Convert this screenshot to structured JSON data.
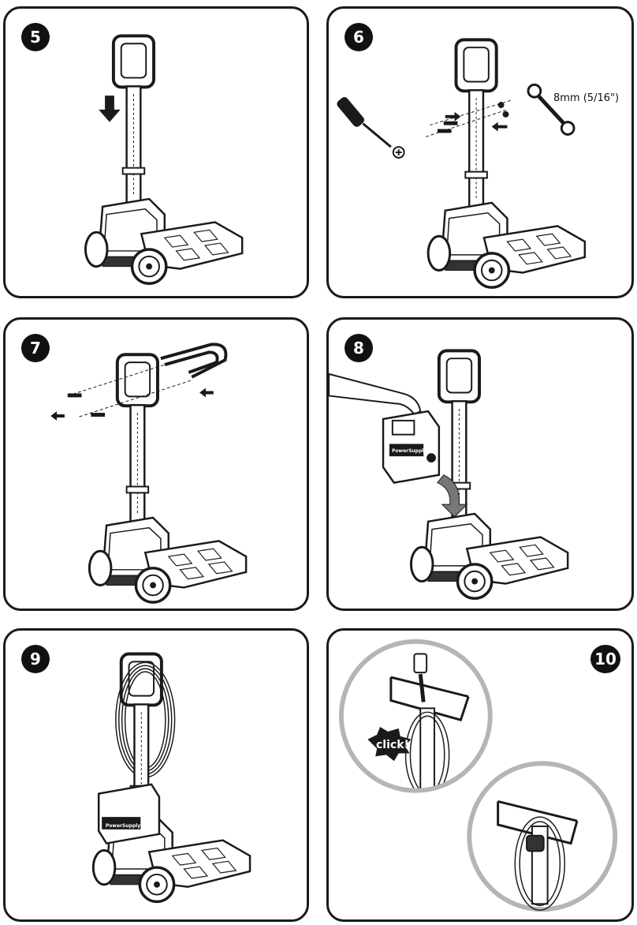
{
  "panels": [
    {
      "step": "5"
    },
    {
      "step": "6",
      "wrench_label": "8mm (5/16\")"
    },
    {
      "step": "7"
    },
    {
      "step": "8",
      "box_label": "PowerSupply"
    },
    {
      "step": "9",
      "box_label": "PowerSupply"
    },
    {
      "step": "10",
      "click_label": "click!"
    }
  ],
  "colors": {
    "ink": "#1a1a1a",
    "circle": "#b5b5b5",
    "badge": "#111111"
  }
}
